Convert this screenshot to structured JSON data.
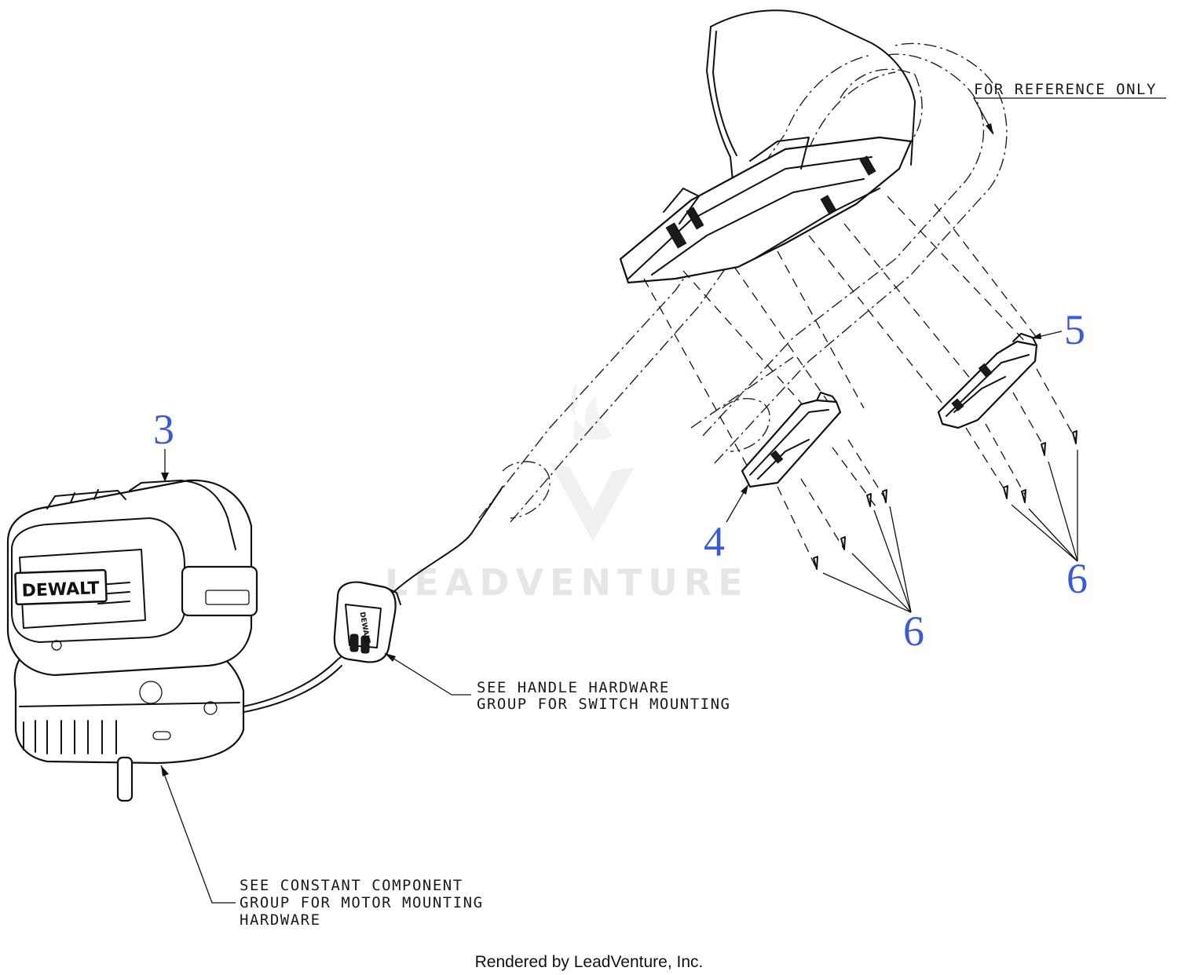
{
  "notes": {
    "reference": "FOR REFERENCE ONLY",
    "switch_line1": "SEE HANDLE HARDWARE",
    "switch_line2": "GROUP FOR SWITCH MOUNTING",
    "motor_line1": "SEE CONSTANT COMPONENT",
    "motor_line2": "GROUP FOR MOTOR MOUNTING",
    "motor_line3": "HARDWARE"
  },
  "callouts": {
    "motor": "3",
    "left_bracket": "4",
    "right_bracket": "5",
    "screws_left": "6",
    "screws_right": "6"
  },
  "brand_label": "DEWALT",
  "switch_label": "DEWALT",
  "watermark": "LEADVENTURE",
  "credit": "Rendered by LeadVenture, Inc.",
  "colors": {
    "callout": "#3a5bd9",
    "line": "#111111",
    "watermark": "#e6e6e6"
  }
}
